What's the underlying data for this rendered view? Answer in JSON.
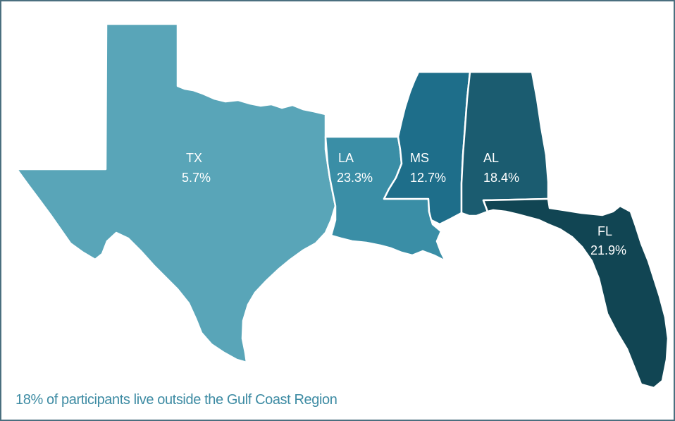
{
  "colors": {
    "border": "#4a6f7f",
    "footnote_text": "#3d8ba3",
    "label_text": "#ffffff"
  },
  "states": {
    "tx": {
      "abbr": "TX",
      "percent": "5.7%",
      "fill": "#59a5b8"
    },
    "la": {
      "abbr": "LA",
      "percent": "23.3%",
      "fill": "#3a8ea6"
    },
    "ms": {
      "abbr": "MS",
      "percent": "12.7%",
      "fill": "#1e6e8a"
    },
    "al": {
      "abbr": "AL",
      "percent": "18.4%",
      "fill": "#1b5c70"
    },
    "fl": {
      "abbr": "FL",
      "percent": "21.9%",
      "fill": "#114553"
    }
  },
  "footnote": "18% of participants live outside the Gulf Coast Region"
}
